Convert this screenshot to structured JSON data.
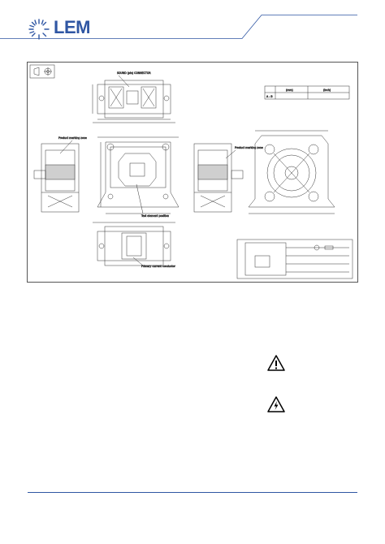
{
  "header": {
    "brand": "LEM",
    "brand_color": "#2f56a3"
  },
  "drawing": {
    "callouts": {
      "connector": "SOUND (pin) CONNECTOR",
      "marking_zone_left": "Product marking zone",
      "marking_zone_right": "Product marking zone",
      "test_element": "Test element position",
      "primary_conductor": "Primary current conductor"
    },
    "table": {
      "col1": "",
      "col2": "(mm)",
      "col3": "(inch)",
      "row_label": "A - B"
    },
    "view_symbol": "projection-symbol"
  },
  "symbols": {
    "warning": "warning-icon",
    "high_voltage": "high-voltage-icon"
  }
}
